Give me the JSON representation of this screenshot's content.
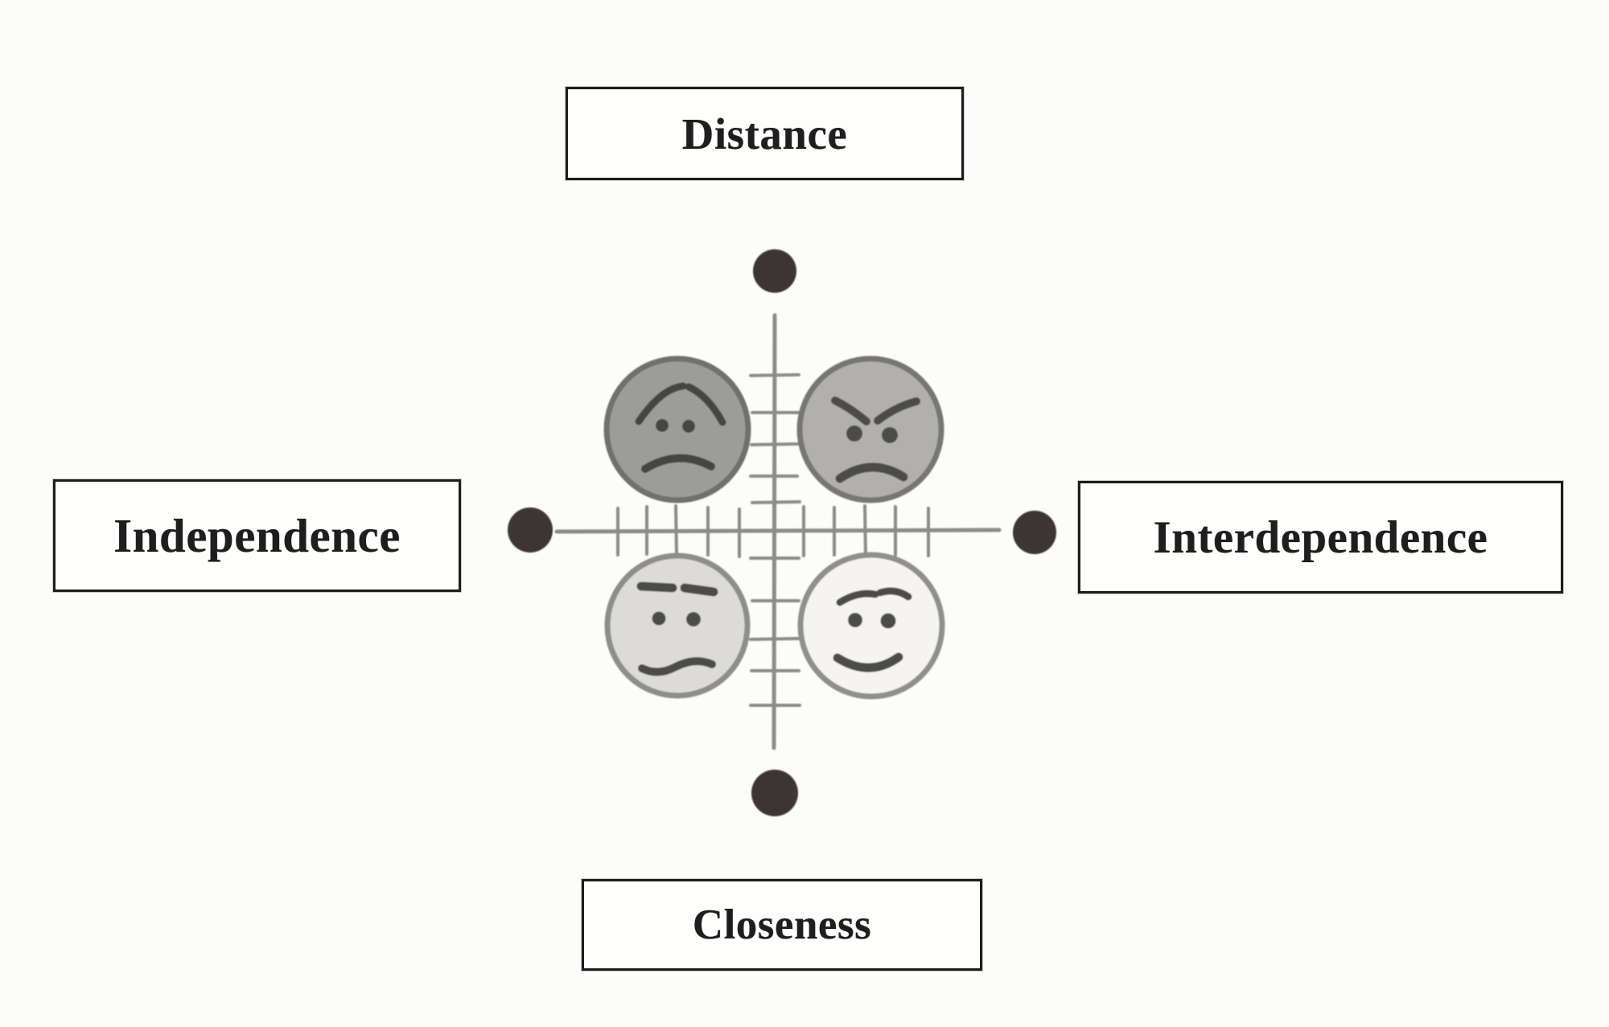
{
  "diagram": {
    "type": "quadrant-model",
    "axis_labels": {
      "top": "Distance",
      "bottom": "Closeness",
      "left": "Independence",
      "right": "Interdependence"
    },
    "faces": [
      {
        "quadrant": "top-left",
        "emotion": "sad",
        "between": [
          "Independence",
          "Distance"
        ],
        "fill": "#9c9c9a"
      },
      {
        "quadrant": "top-right",
        "emotion": "angry",
        "between": [
          "Interdependence",
          "Distance"
        ],
        "fill": "#b2b0ae"
      },
      {
        "quadrant": "bottom-left",
        "emotion": "ambivalent",
        "between": [
          "Independence",
          "Closeness"
        ],
        "fill": "#dcdbd9"
      },
      {
        "quadrant": "bottom-right",
        "emotion": "happy",
        "between": [
          "Interdependence",
          "Closeness"
        ],
        "fill": "#f5f4f2"
      }
    ],
    "colors": {
      "axis_line": "#8b8b89",
      "endpoint_dot": "#3e3434",
      "box_border": "#1d1d1d",
      "label_text": "#1e1e1e",
      "face_sad_fill": "#9c9c9a",
      "face_sad_stroke": "#6f6f6d",
      "face_sad_features": "#454543",
      "face_angry_fill": "#b2b0ae",
      "face_angry_stroke": "#767674",
      "face_ambivalent_fill": "#dcdbd9",
      "face_ambivalent_stroke": "#8d8d8b",
      "face_happy_fill": "#f5f4f2",
      "face_happy_stroke": "#8f8f8d",
      "face_features": "#4c4c4a"
    }
  }
}
